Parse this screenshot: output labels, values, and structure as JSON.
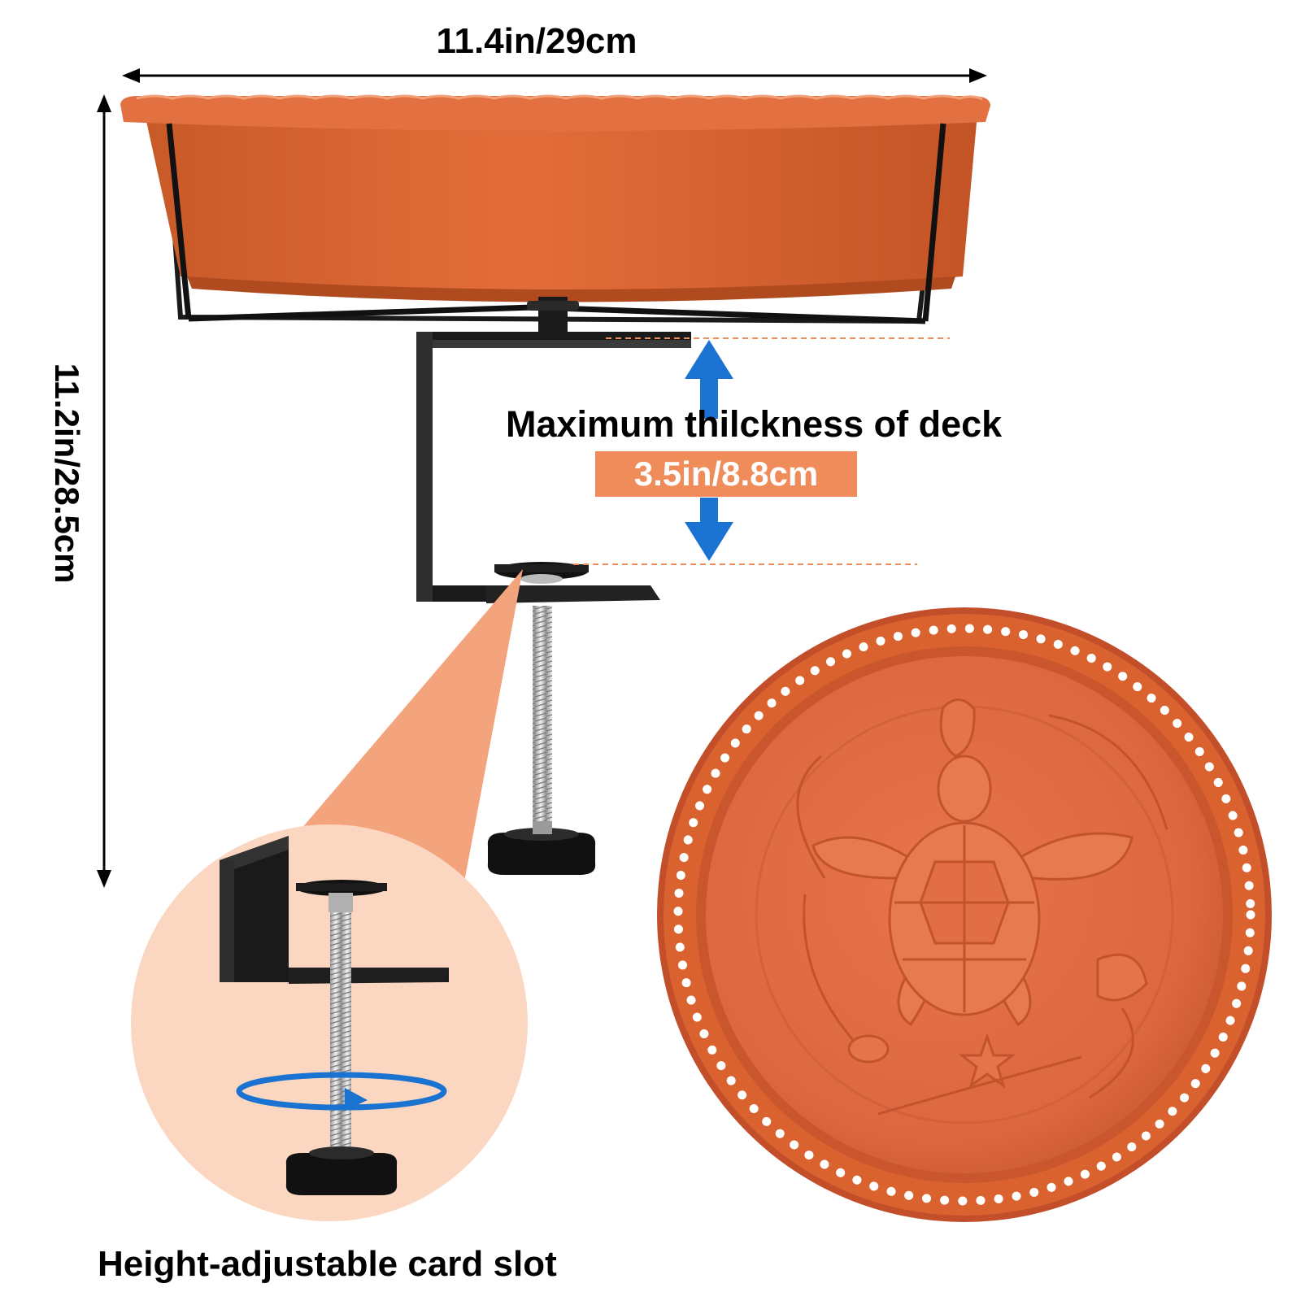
{
  "dimensions": {
    "width_label": "11.4in/29cm",
    "height_label": "11.2in/28.5cm"
  },
  "deck": {
    "title": "Maximum thilckness of deck",
    "value": "3.5in/8.8cm"
  },
  "caption": "Height-adjustable card slot",
  "colors": {
    "terracotta": "#d9622f",
    "accent_orange": "#f08c5a",
    "zoom_fill": "#fbd6c0",
    "arrow_blue": "#1a73d1",
    "metal_black": "#1a1a1a"
  },
  "icons": {
    "rotation": "rotate-arrow-icon",
    "knob": "knob-icon"
  }
}
